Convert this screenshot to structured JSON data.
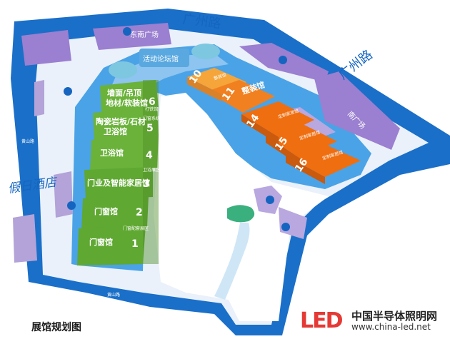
{
  "map": {
    "roads": {
      "top": "广州路",
      "right": "广州路",
      "bottom": "黄山路"
    },
    "hotel": "假日酒店",
    "top_building": "东南广场",
    "plaza": "活动论坛馆",
    "east_square": "南广场",
    "road_tag_left": "黄山路",
    "halls": [
      {
        "id": "h1",
        "name": "门窗馆",
        "number": "1"
      },
      {
        "id": "h2",
        "name": "门窗馆",
        "number": "2"
      },
      {
        "id": "h3",
        "name": "门业及智能家居馆",
        "number": "3"
      },
      {
        "id": "h4",
        "name": "卫浴馆",
        "number": "4"
      },
      {
        "id": "h5",
        "name_line1": "陶瓷岩板/石材",
        "name_line2": "卫浴馆",
        "number": "5"
      },
      {
        "id": "h6",
        "name_line1": "墙面/吊顶",
        "name_line2": "地材/软装馆",
        "number": "6"
      },
      {
        "id": "h10",
        "name": "整装馆",
        "number": "10"
      },
      {
        "id": "h11",
        "name": "整装馆",
        "number": "11"
      },
      {
        "id": "h14",
        "name": "定制家居馆",
        "number": "14"
      },
      {
        "id": "h15",
        "name": "定制家居馆",
        "number": "15"
      },
      {
        "id": "h16",
        "name": "定制家居馆",
        "number": "16"
      }
    ],
    "side_labels": {
      "h1": "门窗配套展区",
      "h4": "卫浴展区",
      "h5": "门窗系统展区",
      "h6": "打铁馆"
    }
  },
  "footer": {
    "title": "展馆规划图"
  },
  "logo": {
    "mark": "LED",
    "zh": "中国半导体照明网",
    "url": "www.china-led.net"
  },
  "colors": {
    "road": "#1a6fc8",
    "green": "#6ab23a",
    "orange": "#f08020",
    "purple": "#9b7fd0"
  }
}
